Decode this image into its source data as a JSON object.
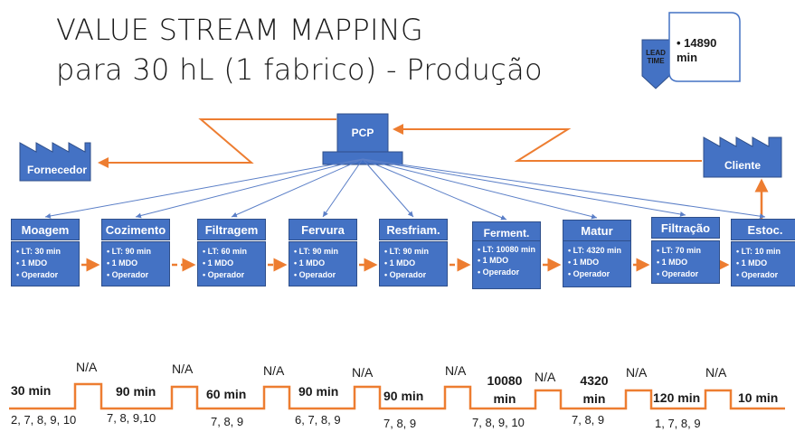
{
  "title_line1": "VALUE STREAM MAPPING",
  "title_line2": "para 30 hL (1 fabrico) - Produção",
  "lead_time": {
    "label_line1": "LEAD",
    "label_line2": "TIME",
    "value": "14890 min"
  },
  "pcp": "PCP",
  "supplier": "Fornecedor",
  "client": "Cliente",
  "processes": [
    {
      "name": "Moagem",
      "lines": [
        "• LT: 30 min",
        "• 1 MDO",
        "• Operador"
      ]
    },
    {
      "name": "Cozimento",
      "lines": [
        "• LT: 90 min",
        "• 1 MDO",
        "• Operador"
      ]
    },
    {
      "name": "Filtragem",
      "lines": [
        "• LT: 60 min",
        "• 1 MDO",
        "• Operador"
      ]
    },
    {
      "name": "Fervura",
      "lines": [
        "• LT: 90 min",
        "• 1 MDO",
        "• Operador"
      ]
    },
    {
      "name": "Resfriam.",
      "lines": [
        "• LT: 90 min",
        "• 1 MDO",
        "• Operador"
      ]
    },
    {
      "name": "Ferment.",
      "lines": [
        "• LT: 10080 min",
        "• 1 MDO",
        "• Operador"
      ]
    },
    {
      "name": "Matur",
      "lines": [
        "• LT: 4320 min",
        "• 1 MDO",
        "• Operador"
      ]
    },
    {
      "name": "Filtração",
      "lines": [
        "• LT: 70 min",
        "• 1 MDO",
        "• Operador"
      ]
    },
    {
      "name": "Estoc.",
      "lines": [
        "• LT: 10 min",
        "• 1 MDO",
        "• Operador"
      ]
    }
  ],
  "timeline": {
    "times": [
      "30 min",
      "90 min",
      "60 min",
      "90 min",
      "90 min",
      "10080 min",
      "4320 min",
      "120 min",
      "10 min"
    ],
    "ops": [
      "2, 7, 8, 9, 10",
      "7, 8, 9,10",
      "7, 8, 9",
      "6, 7, 8, 9",
      "7, 8, 9",
      "7, 8, 9, 10",
      "7, 8, 9",
      "1, 7, 8, 9"
    ],
    "na": [
      "N/A",
      "N/A",
      "N/A",
      "N/A",
      "N/A",
      "N/A",
      "N/A",
      "N/A"
    ]
  },
  "colors": {
    "box_blue": "#4472c4",
    "arrow_orange": "#ed7d31",
    "info_line": "#5b7fc7"
  }
}
